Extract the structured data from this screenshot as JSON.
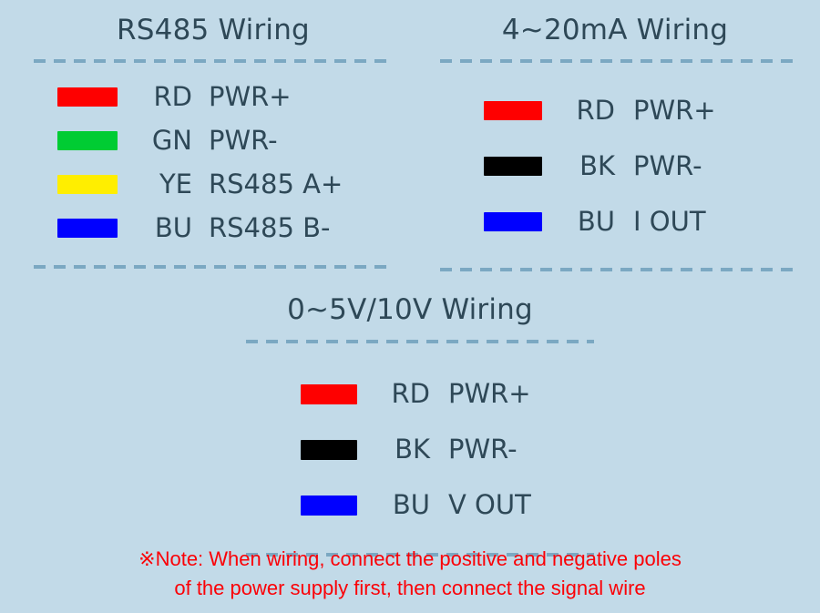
{
  "background_color": "#c2dae8",
  "text_color": "#2e4857",
  "rule_color": "#7ba8c2",
  "note_color": "#fb0006",
  "panels": [
    {
      "id": "rs485",
      "title": "RS485 Wiring",
      "rows": [
        {
          "color_name": "red",
          "swatch_color": "#fe0000",
          "code": "RD",
          "function": "PWR+"
        },
        {
          "color_name": "green",
          "swatch_color": "#00cc33",
          "code": "GN",
          "function": "PWR-"
        },
        {
          "color_name": "yellow",
          "swatch_color": "#ffee00",
          "code": "YE",
          "function": "RS485 A+"
        },
        {
          "color_name": "blue",
          "swatch_color": "#0000ff",
          "code": "BU",
          "function": "RS485 B-"
        }
      ]
    },
    {
      "id": "4-20ma",
      "title": "4~20mA Wiring",
      "rows": [
        {
          "color_name": "red",
          "swatch_color": "#fe0000",
          "code": "RD",
          "function": "PWR+"
        },
        {
          "color_name": "black",
          "swatch_color": "#000000",
          "code": "BK",
          "function": "PWR-"
        },
        {
          "color_name": "blue",
          "swatch_color": "#0000ff",
          "code": "BU",
          "function": "I OUT"
        }
      ]
    },
    {
      "id": "0-5v",
      "title": "0~5V/10V Wiring",
      "rows": [
        {
          "color_name": "red",
          "swatch_color": "#fe0000",
          "code": "RD",
          "function": "PWR+"
        },
        {
          "color_name": "black",
          "swatch_color": "#000000",
          "code": "BK",
          "function": "PWR-"
        },
        {
          "color_name": "blue",
          "swatch_color": "#0000ff",
          "code": "BU",
          "function": "V OUT"
        }
      ]
    }
  ],
  "note": {
    "line1": "※Note: When wiring, connect the positive and negative poles",
    "line2": "of the power supply first, then connect the signal wire"
  }
}
